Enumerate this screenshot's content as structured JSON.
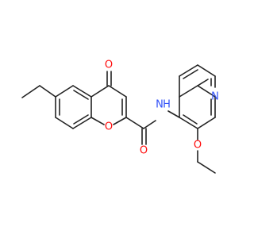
{
  "molecule": {
    "atom_colors": {
      "O": "#ff0d0d",
      "N": "#3050f8",
      "C": "#222222"
    },
    "labels": {
      "carbonyl_oxygen": "O",
      "ring_oxygen": "O",
      "amide_oxygen": "O",
      "amide_nitrogen": "N",
      "amide_hydrogen": "H",
      "quinoline_nitrogen": "N",
      "ether_oxygen": "O"
    }
  }
}
